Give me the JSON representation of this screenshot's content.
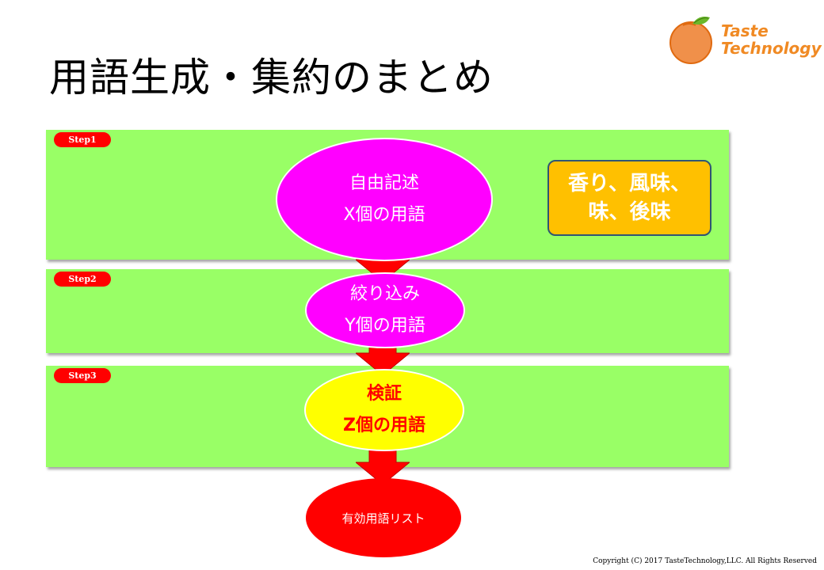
{
  "title": "用語生成・集約のまとめ",
  "logo": {
    "line1": "Taste",
    "line2": "Technology"
  },
  "steps": [
    {
      "label": "Step1"
    },
    {
      "label": "Step2"
    },
    {
      "label": "Step3"
    }
  ],
  "nodes": {
    "free_description": {
      "line1": "自由記述",
      "line2": "X個の用語"
    },
    "narrowing": {
      "line1": "絞り込み",
      "line2": "Y個の用語"
    },
    "verification": {
      "line1": "検証",
      "line2": "Z個の用語"
    },
    "result": {
      "label": "有効用語リスト"
    }
  },
  "flavor_box": {
    "line1": "香り、風味、",
    "line2": "味、後味"
  },
  "copyright": "Copyright (C) 2017 TasteTechnology,LLC. All Rights Reserved",
  "colors": {
    "band": "#99FF66",
    "step_pill": "#FF0000",
    "magenta": "#FF00FF",
    "yellow": "#FFFF00",
    "red": "#FF0000",
    "orange": "#FFC000",
    "logo": "#F08A24"
  }
}
